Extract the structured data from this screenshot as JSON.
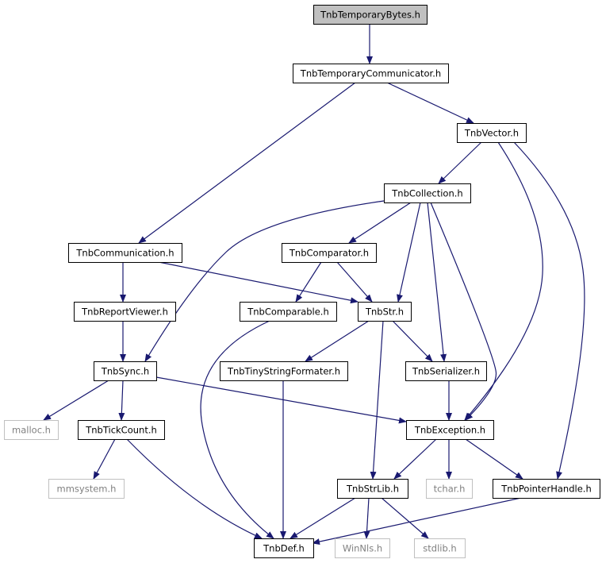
{
  "diagram": {
    "colors": {
      "edge": "#191970",
      "node_border": "#000000",
      "external_border": "#c0c0c0",
      "root_fill": "#c0c0c0",
      "node_fill": "#ffffff",
      "text": "#000000",
      "external_text": "#808080"
    },
    "nodes": [
      {
        "id": "n_tempbytes",
        "label": "TnbTemporaryBytes.h",
        "kind": "root"
      },
      {
        "id": "n_tempcomm",
        "label": "TnbTemporaryCommunicator.h",
        "kind": "normal"
      },
      {
        "id": "n_vector",
        "label": "TnbVector.h",
        "kind": "normal"
      },
      {
        "id": "n_collection",
        "label": "TnbCollection.h",
        "kind": "normal"
      },
      {
        "id": "n_communication",
        "label": "TnbCommunication.h",
        "kind": "normal"
      },
      {
        "id": "n_comparator",
        "label": "TnbComparator.h",
        "kind": "normal"
      },
      {
        "id": "n_reportviewer",
        "label": "TnbReportViewer.h",
        "kind": "normal"
      },
      {
        "id": "n_comparable",
        "label": "TnbComparable.h",
        "kind": "normal"
      },
      {
        "id": "n_str",
        "label": "TnbStr.h",
        "kind": "normal"
      },
      {
        "id": "n_sync",
        "label": "TnbSync.h",
        "kind": "normal"
      },
      {
        "id": "n_tinystr",
        "label": "TnbTinyStringFormater.h",
        "kind": "normal"
      },
      {
        "id": "n_serializer",
        "label": "TnbSerializer.h",
        "kind": "normal"
      },
      {
        "id": "n_malloc",
        "label": "malloc.h",
        "kind": "external"
      },
      {
        "id": "n_tickcount",
        "label": "TnbTickCount.h",
        "kind": "normal"
      },
      {
        "id": "n_exception",
        "label": "TnbException.h",
        "kind": "normal"
      },
      {
        "id": "n_mmsystem",
        "label": "mmsystem.h",
        "kind": "external"
      },
      {
        "id": "n_strlib",
        "label": "TnbStrLib.h",
        "kind": "normal"
      },
      {
        "id": "n_tchar",
        "label": "tchar.h",
        "kind": "external"
      },
      {
        "id": "n_pointerhandle",
        "label": "TnbPointerHandle.h",
        "kind": "normal"
      },
      {
        "id": "n_def",
        "label": "TnbDef.h",
        "kind": "normal"
      },
      {
        "id": "n_winnls",
        "label": "WinNls.h",
        "kind": "external"
      },
      {
        "id": "n_stdlib",
        "label": "stdlib.h",
        "kind": "external"
      }
    ],
    "edges": [
      [
        "n_tempbytes",
        "n_tempcomm"
      ],
      [
        "n_tempcomm",
        "n_vector"
      ],
      [
        "n_tempcomm",
        "n_communication"
      ],
      [
        "n_vector",
        "n_collection"
      ],
      [
        "n_vector",
        "n_exception"
      ],
      [
        "n_vector",
        "n_pointerhandle"
      ],
      [
        "n_collection",
        "n_sync"
      ],
      [
        "n_collection",
        "n_comparator"
      ],
      [
        "n_collection",
        "n_str"
      ],
      [
        "n_collection",
        "n_serializer"
      ],
      [
        "n_collection",
        "n_exception"
      ],
      [
        "n_communication",
        "n_reportviewer"
      ],
      [
        "n_communication",
        "n_str"
      ],
      [
        "n_comparator",
        "n_comparable"
      ],
      [
        "n_comparator",
        "n_str"
      ],
      [
        "n_reportviewer",
        "n_sync"
      ],
      [
        "n_comparable",
        "n_def"
      ],
      [
        "n_str",
        "n_tinystr"
      ],
      [
        "n_str",
        "n_serializer"
      ],
      [
        "n_str",
        "n_strlib"
      ],
      [
        "n_sync",
        "n_malloc"
      ],
      [
        "n_sync",
        "n_tickcount"
      ],
      [
        "n_sync",
        "n_exception"
      ],
      [
        "n_tinystr",
        "n_def"
      ],
      [
        "n_serializer",
        "n_exception"
      ],
      [
        "n_tickcount",
        "n_mmsystem"
      ],
      [
        "n_tickcount",
        "n_def"
      ],
      [
        "n_exception",
        "n_strlib"
      ],
      [
        "n_exception",
        "n_tchar"
      ],
      [
        "n_exception",
        "n_pointerhandle"
      ],
      [
        "n_strlib",
        "n_def"
      ],
      [
        "n_strlib",
        "n_winnls"
      ],
      [
        "n_strlib",
        "n_stdlib"
      ],
      [
        "n_pointerhandle",
        "n_def"
      ]
    ]
  }
}
